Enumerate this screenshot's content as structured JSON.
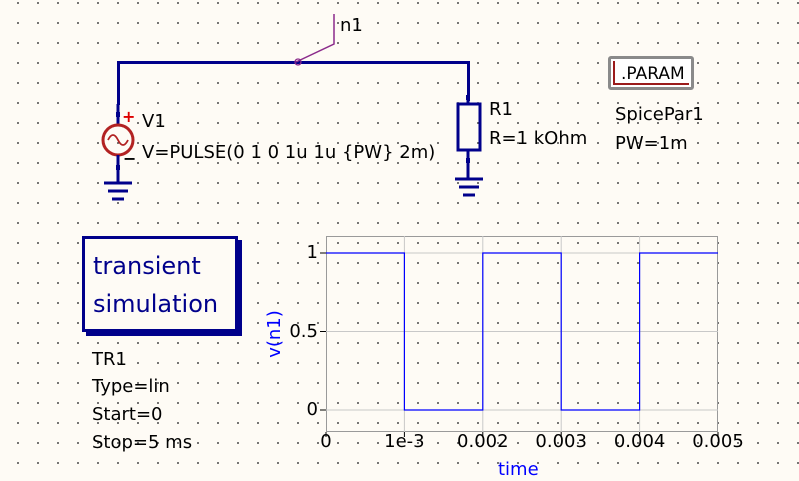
{
  "schematic": {
    "net_label": "n1",
    "voltage_source": {
      "name": "V1",
      "value": "V=PULSE(0 1 0 1u 1u {PW} 2m)",
      "plus": "+",
      "minus": "−"
    },
    "resistor": {
      "name": "R1",
      "value": "R=1 kOhm"
    },
    "param": {
      "title": ".PARAM",
      "name": "SpicePar1",
      "value": "PW=1m"
    },
    "simulation": {
      "box_line1": "transient",
      "box_line2": "simulation",
      "name": "TR1",
      "type": "Type=lin",
      "start": "Start=0",
      "stop": "Stop=5 ms"
    },
    "colors": {
      "wire": "#00008b",
      "source_red": "#b22222",
      "trace": "#0000ff",
      "grid": "#c8c8c8"
    }
  },
  "chart_data": {
    "type": "line",
    "ylabel": "v(n1)",
    "xlabel": "time",
    "x_ticks": [
      "0",
      "1e-3",
      "0.002",
      "0.003",
      "0.004",
      "0.005"
    ],
    "y_ticks": [
      "0",
      "0.5",
      "1"
    ],
    "xlim": [
      0,
      0.005
    ],
    "ylim": [
      0,
      1
    ],
    "grid": true,
    "series": [
      {
        "x": [
          0,
          0.001,
          0.001,
          0.002,
          0.002,
          0.003,
          0.003,
          0.004,
          0.004,
          0.005
        ],
        "y": [
          1,
          1,
          0,
          0,
          1,
          1,
          0,
          0,
          1,
          1
        ]
      }
    ]
  }
}
